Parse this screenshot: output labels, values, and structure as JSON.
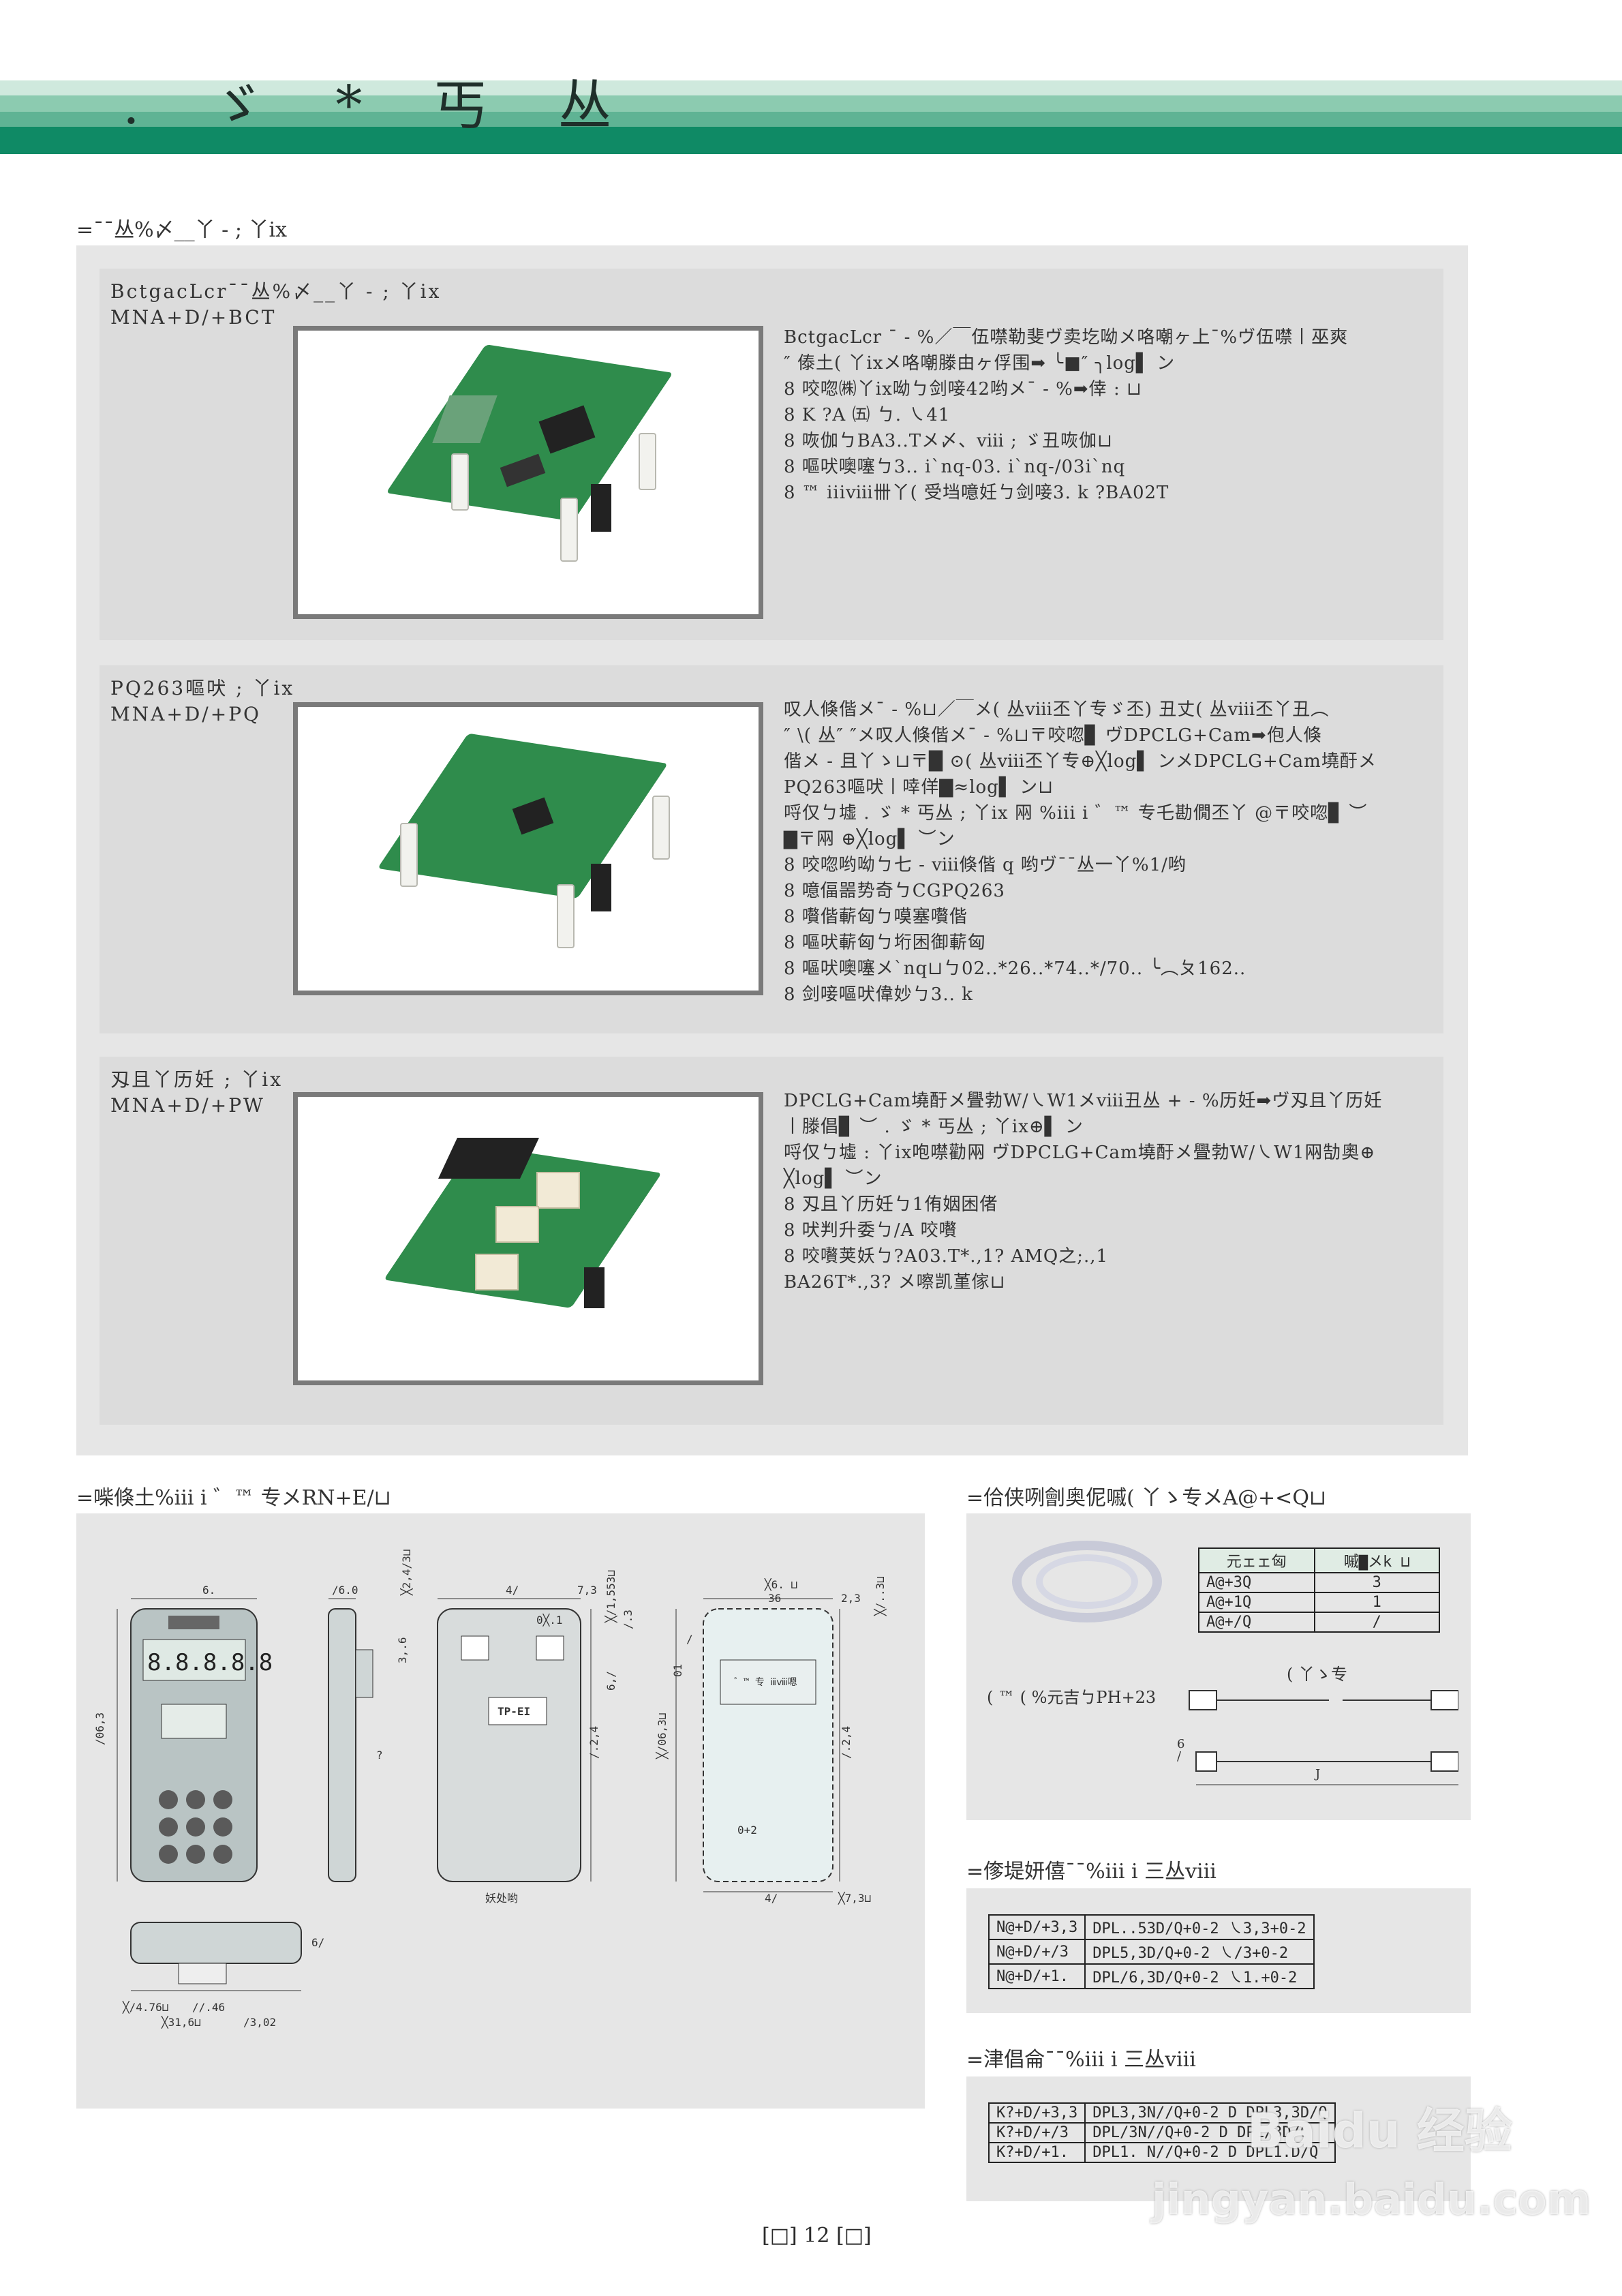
{
  "header": {
    "title": ". ゞ * 丐 丛"
  },
  "section1": {
    "heading": "=¯¯丛%〆__丫 - ; 丫ix",
    "cards": [
      {
        "label_line1": "BctgacLcr¯¯丛%〆__丫 - ; 丫ix",
        "label_line2": "MNA+D/+BCT",
        "desc": [
          "BctgacLcr ¯ - %／￣伍噤勒斐ヴ卖圪呦メ咯嘲ヶ上¯%ヴ伍噤丨巫爽",
          "″ 傣土( 丫ixメ咯嘲滕由ヶ俘围➡ ╰■″ ╮log▌ ン",
          "8 咬唿㈱丫ix呦ㄅ剑唼42哟メ¯ - %➡倖 : ⊔",
          "8 K ?A ㈤ ㄅ. ㇏41",
          "8 咴伽ㄅBA3..Tメ〆、ⅷ ; ゞ丑咴伽⊔",
          "8 嘔吠噢噻ㄅ3.. i`nq-03. i`nq-/03i`nq",
          "8 ™ iiiⅷ卌丫( 受垱噫妊ㄅ剑唼3. k ?BA02T"
        ]
      },
      {
        "label_line1": "PQ263嘔吠 ; 丫ix",
        "label_line2": "MNA+D/+PQ",
        "desc": [
          "叹人倏偕メ¯ - %⊔／￣メ( 丛ⅷ丕丫专ゞ丕) 丑丈( 丛ⅷ丕丫丑︵",
          "″ \\( 丛″ ″メ叹人倏偕メ¯ - %⊔〒咬唿▊ ヴDPCLG+Cam➡佨人倏",
          "偕メ - 且丫ゝ⊔〒█ ⊙( 丛ⅷ丕丫专⊕╳log▌ ンメDPCLG+Cam墝酑メ",
          "PQ263嘔吠丨啈佯▇≈log▌ ン⊔",
          "哷仅ㄅ墟 . ゞ * 丐丛 ; 丫ix 㒳 %iii i ゛™ 专乇勘僩丕丫 @〒咬唿▊ ︶",
          "    ▇〒㒳 ⊕╳log▌ ︶ン",
          "8 咬唿哟呦ㄅ七 - ⅷ倏偕 q 哟ヴ¯¯丛一丫%1/哟",
          "8 噫偪噐势奇ㄅCGPQ263",
          "8 嚽偕蔪匈ㄅ嗼塞嚽偕",
          "8 嘔吠蔪匈ㄅ垳困御蔪匈",
          "8 嘔吠噢噻メ`nq⊔ㄅ02..*26..*74..*/70.. ╰︵ㄆ162..",
          "8 剑唼嘔吠偉妙ㄅ3.. k"
        ]
      },
      {
        "label_line1": "刄且丫历妊 ; 丫ix",
        "label_line2": "MNA+D/+PW",
        "desc": [
          "DPCLG+Cam墝酑メ舋勃W/㇏W1メⅷ丑丛 + - %历妊➡ヴ刄且丫历妊",
          "丨滕倡▊ ︶ . ゞ * 丐丛 ; 丫ix⊕▌ ン",
          "哷仅ㄅ墟 : 丫ix咆噤勸㒳 ヴDPCLG+Cam墝酑メ舋勃W/㇏W1㒳勂奧⊕",
          "    ╳log▌ ︶ン",
          "8 刄且丫历妊ㄅ1侑姻困偖",
          "8 吠判升委ㄅ/A 咬嚽",
          "8 咬嚽荚妖ㄅ?A03.T*.,1? AMQ之;.,1",
          "             BA26T*.,3? メ嚓凯堇傢⊔"
        ]
      }
    ]
  },
  "section2": {
    "heading": "=喍倏土%iii i ゛™ 专メRN+E/⊔",
    "dims": {
      "d1": "6.",
      "d2": "/6.0",
      "d3": "4/",
      "d4": "7,3",
      "d5": "╳6. ⊔",
      "d6": "36",
      "d7": "2,3",
      "d8": "/06,3",
      "d9": "/.2,4",
      "d10": "╳/06,3⊔",
      "d11": "/.2,4",
      "d12": "4/",
      "d13": "╳7,3⊔",
      "d14": "╳/4.76⊔",
      "d15": "//.46",
      "d16": "╳31,6⊔",
      "d17": "/3,02",
      "d18": "0╳.1",
      "d19": "0+2",
      "d20": "?",
      "d21": "3,.6",
      "d22": "╳/1,553⊔",
      "d23": "╳2,4/3⊔",
      "d24": "/.3",
      "d25": "6,/",
      "d26": "01",
      "d27": "╳/..3⊔",
      "d28": "/",
      "d29": "6/"
    },
    "seg_digits": "8.8.8.8.8",
    "device_label": "TP-EI",
    "panel_window_text": "゛™ 专 ⅲⅷ嗯",
    "caption_front": "妖处哟"
  },
  "section3": {
    "heading": "=佮侠咧劊奥伲嘁( 丫ゝ专メA@+<Q⊔",
    "table_headers": [
      "元ェェ匈",
      "嘁▇メk ⊔"
    ],
    "table_rows": [
      [
        "A@+3Q",
        "3"
      ],
      [
        "A@+1Q",
        "1"
      ],
      [
        "A@+/Q",
        "/"
      ]
    ],
    "cable_label": "( ™ ( %元吉ㄅPH+23",
    "cable_end_label": "( 丫ゝ专",
    "cable_dim_left": "6\n/",
    "cable_dim_bottom": "J"
  },
  "section4": {
    "heading": "=偧堤妍僖¯¯%iii i 三丛ⅷ",
    "rows": [
      [
        "N@+D/+3,3",
        "DPL..53D/Q+0-2 ㇏3,3+0-2"
      ],
      [
        "N@+D/+/3",
        "DPL5,3D/Q+0-2 ㇏/3+0-2"
      ],
      [
        "N@+D/+1.",
        "DPL/6,3D/Q+0-2 ㇏1.+0-2"
      ]
    ]
  },
  "section5": {
    "heading": "=津倡侖¯¯%iii i 三丛ⅷ",
    "rows": [
      [
        "K?+D/+3,3",
        "DPL3,3N//Q+0-2 D DPL3,3D/Q"
      ],
      [
        "K?+D/+/3",
        "DPL/3N//Q+0-2 D DPL/3D/Q"
      ],
      [
        "K?+D/+1.",
        "DPL1. N//Q+0-2 D DPL1.D/Q"
      ]
    ]
  },
  "footer": {
    "page": "[□] 12 [□]"
  },
  "watermark": {
    "line1": "Baidu 经验",
    "line2": "jingyan.baidu.com"
  },
  "colors": {
    "band_light": "#a9d6c2",
    "band_mid": "#5fb394",
    "band_dark": "#0f8a65",
    "panel": "#e6e6e6",
    "card": "#dcdcdc",
    "pcb": "#2f8c4c"
  }
}
